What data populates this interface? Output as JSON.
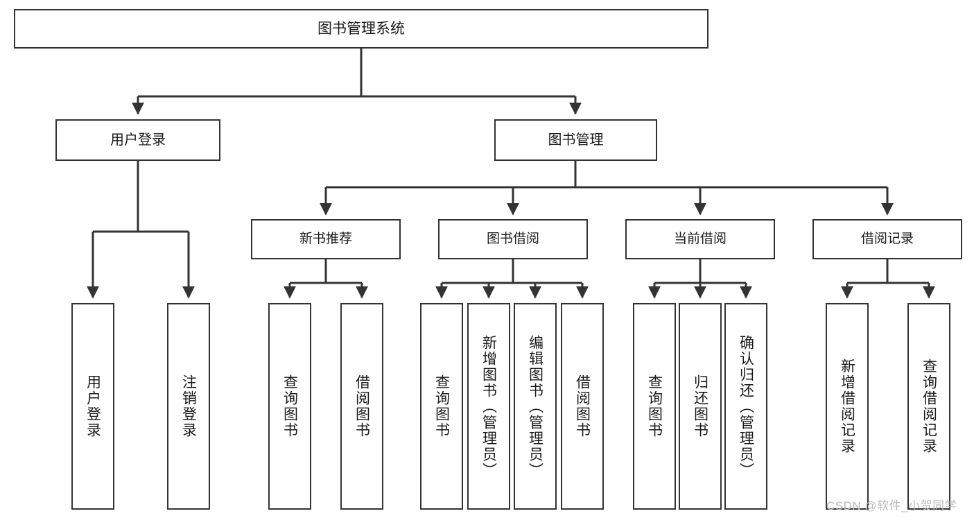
{
  "diagram": {
    "title_node": "图书管理系统",
    "watermark": "CSDN @软件_小贺同学",
    "colors": {
      "box_border": "#333333",
      "box_fill": "#ffffff",
      "connector": "#333333",
      "text": "#1a1a1a",
      "watermark": "#b9b9b9"
    },
    "nodes": {
      "root": "图书管理系统",
      "l1": {
        "user_login": "用户登录",
        "book_manage": "图书管理"
      },
      "l2": {
        "new_book_rec": "新书推荐",
        "book_borrow": "图书借阅",
        "current_borrow": "当前借阅",
        "borrow_record": "借阅记录"
      },
      "leaves": {
        "user_login_1": "用户登录",
        "user_login_2": "注销登录",
        "new_book_rec_1": "查询图书",
        "new_book_rec_2": "借阅图书",
        "book_borrow_1": "查询图书",
        "book_borrow_2": "新增图书（管理员）",
        "book_borrow_3": "编辑图书（管理员）",
        "book_borrow_4": "借阅图书",
        "current_borrow_1": "查询图书",
        "current_borrow_2": "归还图书",
        "current_borrow_3": "确认归还（管理员）",
        "borrow_record_1": "新增借阅记录",
        "borrow_record_2": "查询借阅记录"
      }
    }
  }
}
